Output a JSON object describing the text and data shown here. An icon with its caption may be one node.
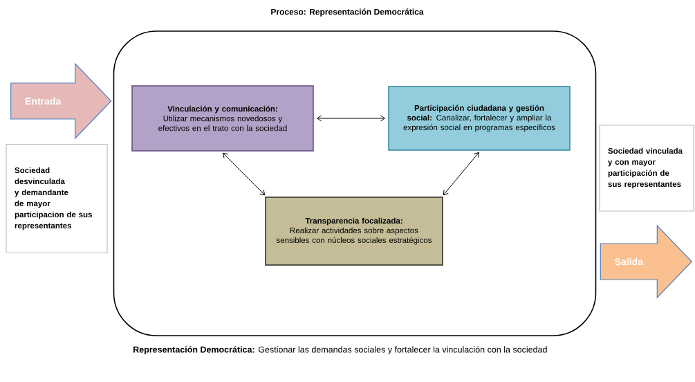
{
  "diagram": {
    "title": "Proceso: Representación Democrática",
    "caption": "**Representación Democrática:** Gestionar las demandas sociales y fortalecer la vinculación con la sociedad",
    "nodes": [
      {
        "text": [],
        "shape": "box"
      },
      {
        "text": [
          "Sociedad desvinculada y demandante de mayor participacion de sus representantes"
        ]
      },
      {
        "text": [
          "Vinculación y comunicación:",
          "Utilizar mecanismos novedosos y efectivos en el trato con la sociedad"
        ],
        "in": 0
      },
      {
        "text": [
          "**Participación ciudadana y gestión social:** Canalizar, fortalecer y ampliar la expresión social en programas específicos"
        ],
        "in": 0
      },
      {
        "text": [
          "Transparencia focalizada:",
          "Realizar actividades sobre aspectos sensibles con núcleos sociales estratégicos"
        ],
        "in": 0
      },
      {
        "text": [
          "Sociedad vinculada y con mayor participación de sus representantes"
        ]
      }
    ],
    "edges": [
      {
        "from": 2,
        "to": 3,
        "arrow": "both"
      },
      {
        "from": 2,
        "to": 4,
        "arrow": "both"
      },
      {
        "from": 3,
        "to": 4,
        "arrow": "both"
      },
      {
        "from": null,
        "to": 0,
        "arrow": "to",
        "label": "Entrada",
        "style": "thick",
        "color": "#e6b9b8"
      },
      {
        "from": 0,
        "to": null,
        "arrow": "to",
        "label": "Salida",
        "style": "thick",
        "color": "#fac090"
      }
    ]
  }
}
